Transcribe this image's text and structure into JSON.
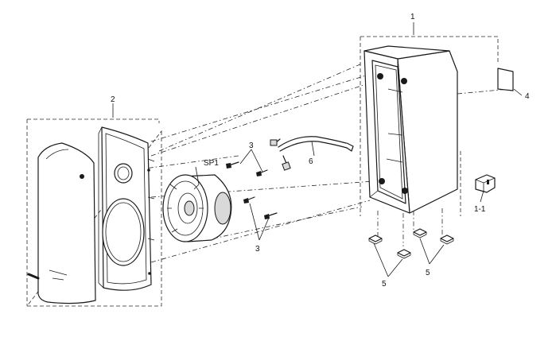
{
  "labels": {
    "cabinet": "1",
    "front_panel": "2",
    "screw_top": "3",
    "screw_bottom": "3",
    "plate": "4",
    "foot_left": "5",
    "foot_right": "5",
    "wire": "6",
    "terminal": "1-1",
    "speaker": "SP1"
  }
}
